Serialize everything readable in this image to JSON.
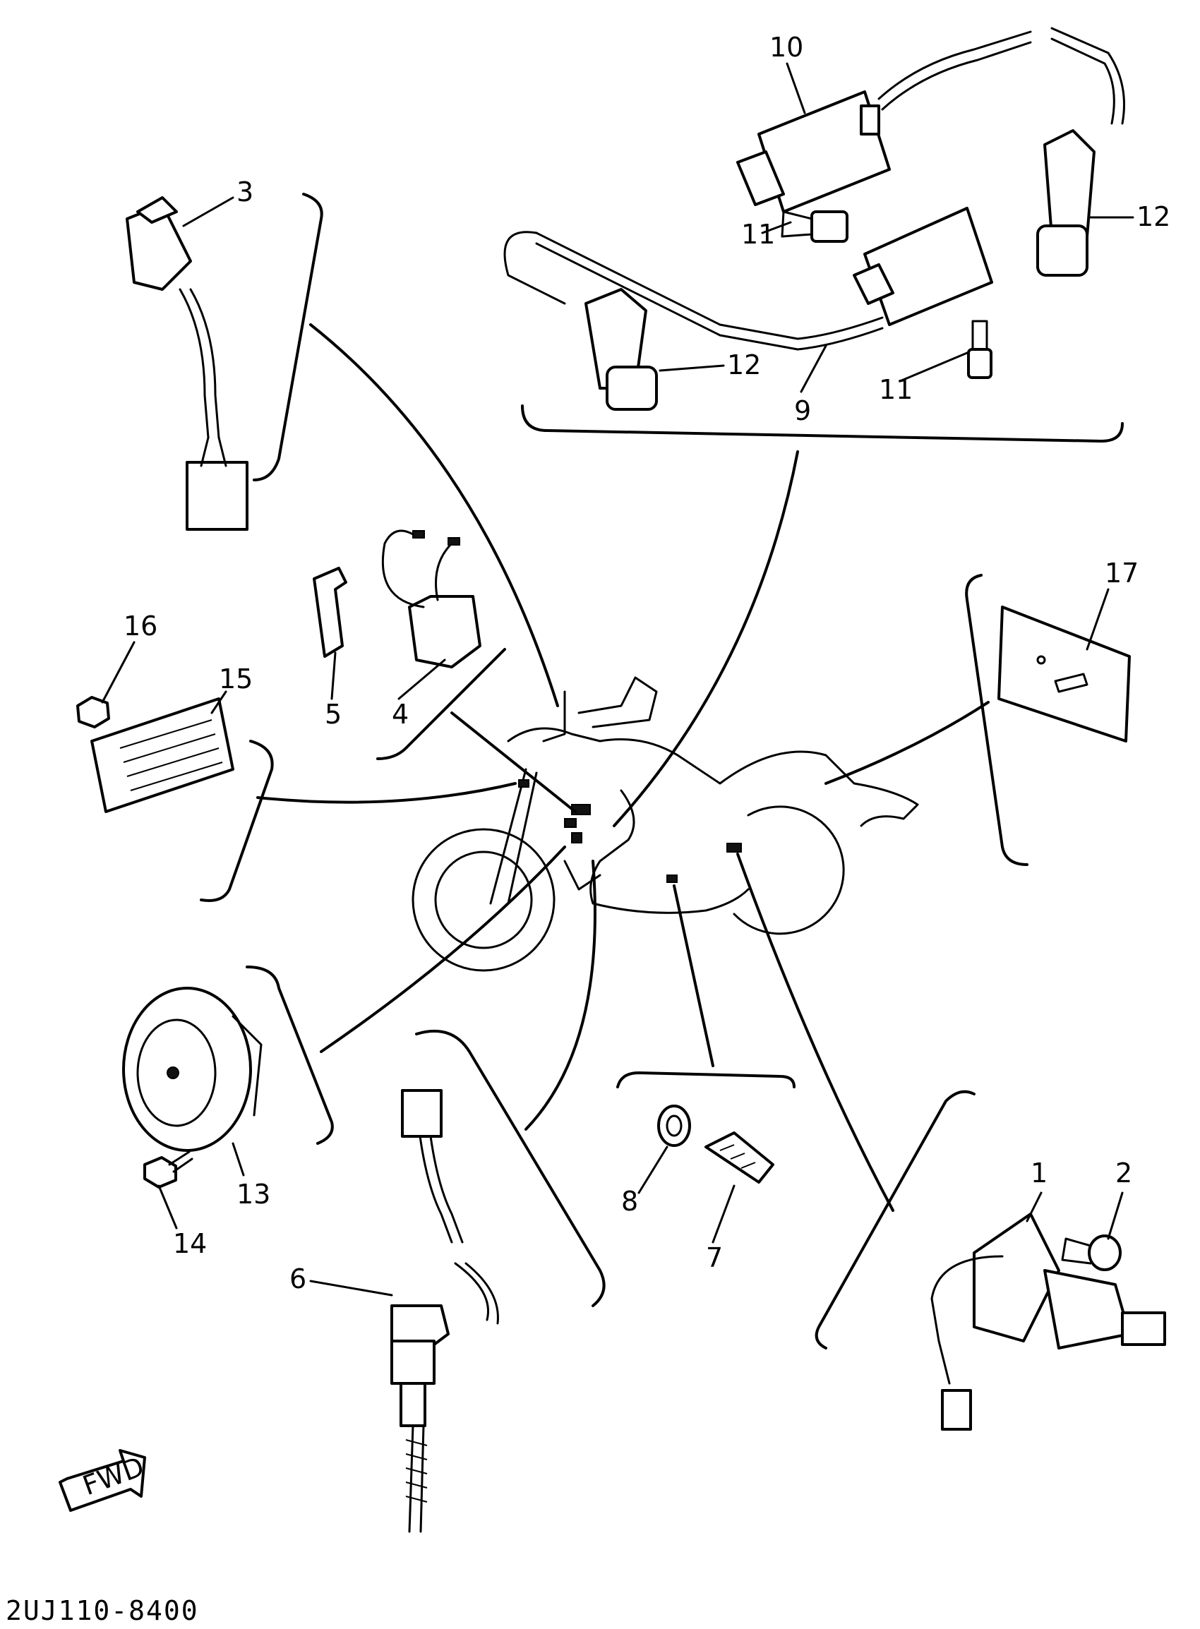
{
  "diagram_code": "2UJ110-8400",
  "fwd_label": "FWD",
  "callouts": [
    {
      "id": "c1",
      "text": "1"
    },
    {
      "id": "c2",
      "text": "2"
    },
    {
      "id": "c3",
      "text": "3"
    },
    {
      "id": "c4",
      "text": "4"
    },
    {
      "id": "c5",
      "text": "5"
    },
    {
      "id": "c6",
      "text": "6"
    },
    {
      "id": "c7",
      "text": "7"
    },
    {
      "id": "c8",
      "text": "8"
    },
    {
      "id": "c9",
      "text": "9"
    },
    {
      "id": "c10",
      "text": "10"
    },
    {
      "id": "c11a",
      "text": "11"
    },
    {
      "id": "c11b",
      "text": "11"
    },
    {
      "id": "c12a",
      "text": "12"
    },
    {
      "id": "c12b",
      "text": "12"
    },
    {
      "id": "c13",
      "text": "13"
    },
    {
      "id": "c14",
      "text": "14"
    },
    {
      "id": "c15",
      "text": "15"
    },
    {
      "id": "c16",
      "text": "16"
    },
    {
      "id": "c17",
      "text": "17"
    }
  ]
}
